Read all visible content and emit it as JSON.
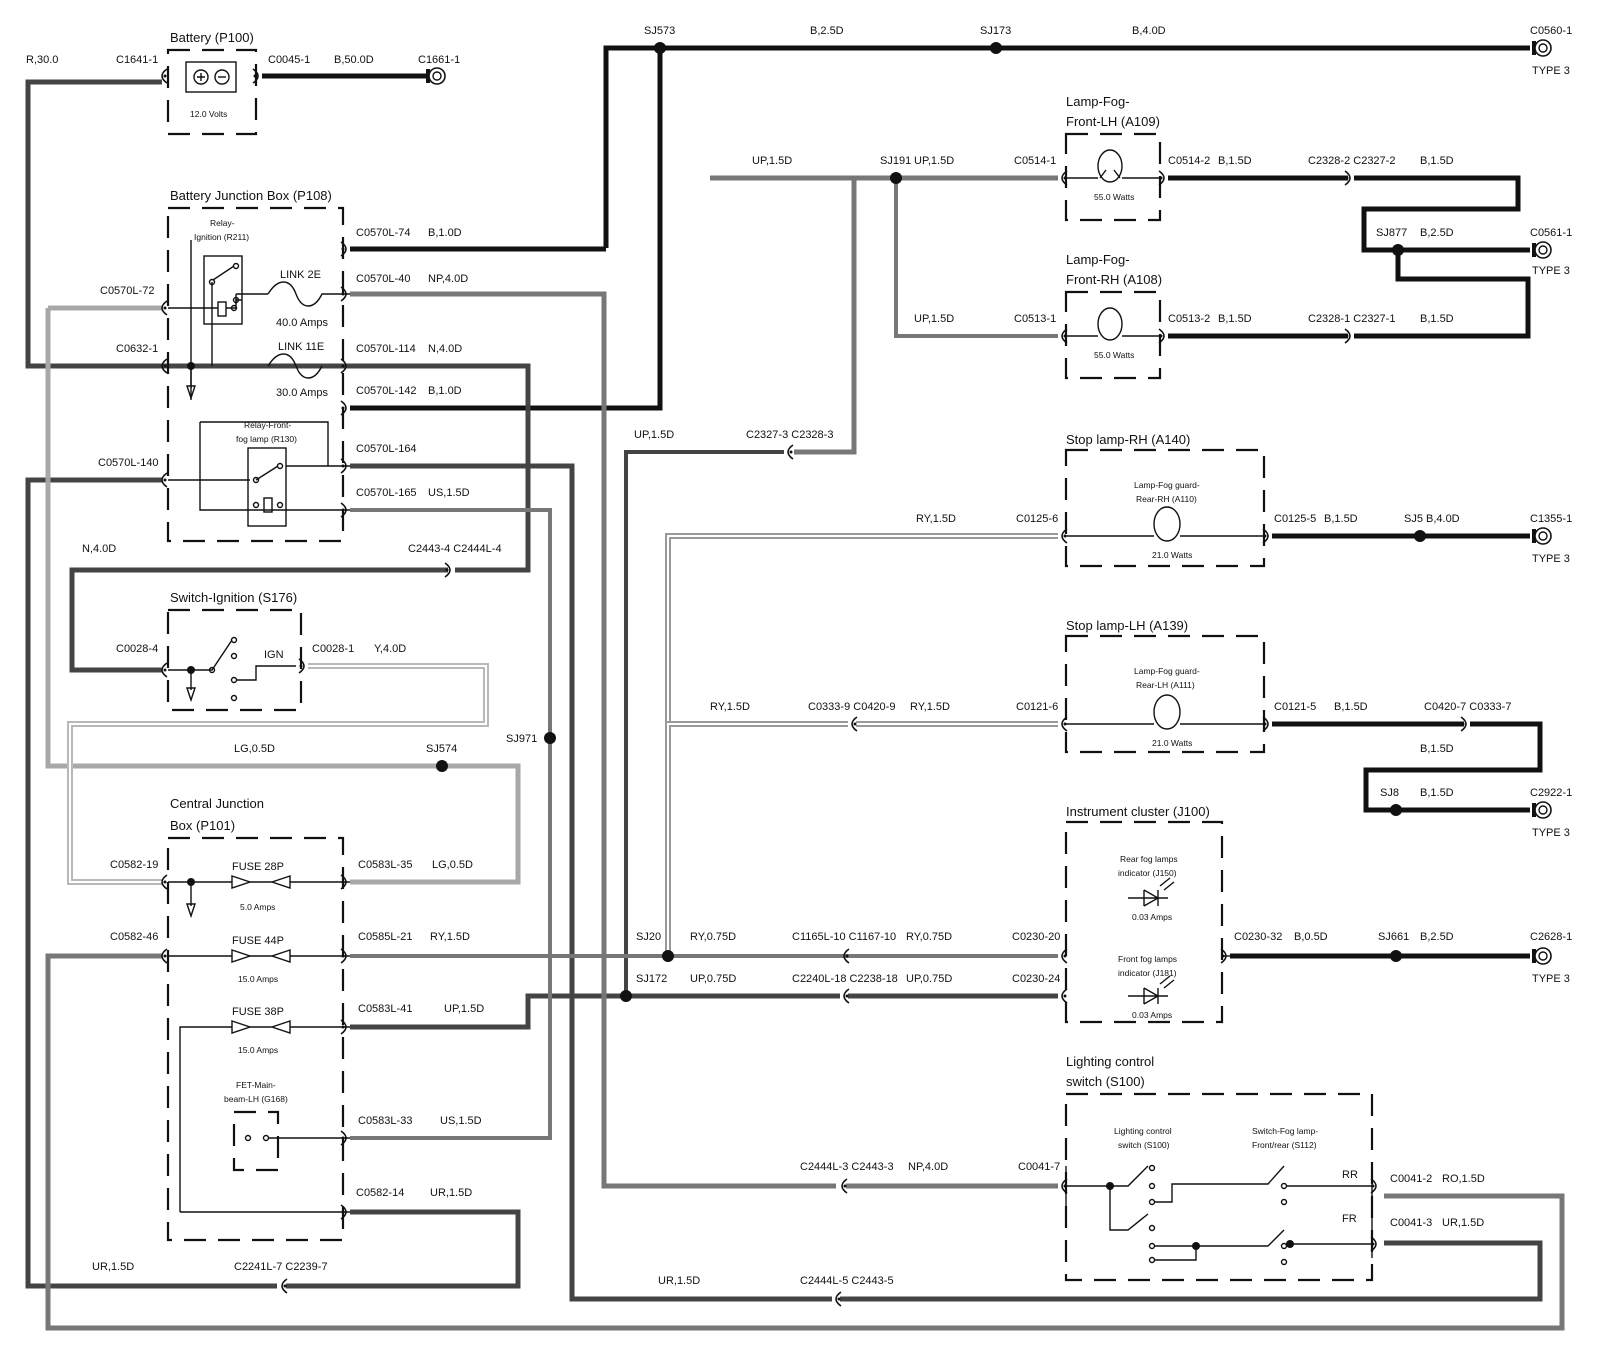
{
  "titles": {
    "battery": "Battery (P100)",
    "bjb": "Battery Junction Box (P108)",
    "ignition_switch": "Switch-Ignition (S176)",
    "cjb_line1": "Central Junction",
    "cjb_line2": "Box (P101)",
    "fog_lh_line1": "Lamp-Fog-",
    "fog_lh_line2": "Front-LH (A109)",
    "fog_rh_line1": "Lamp-Fog-",
    "fog_rh_line2": "Front-RH (A108)",
    "stop_rh": "Stop lamp-RH (A140)",
    "stop_lh": "Stop lamp-LH (A139)",
    "cluster": "Instrument cluster (J100)",
    "lcs_line1": "Lighting control",
    "lcs_line2": "switch (S100)"
  },
  "components": {
    "battery_volts": "12.0 Volts",
    "relay_ign_1": "Relay-",
    "relay_ign_2": "Ignition (R211)",
    "link2e": "LINK 2E",
    "link2e_amps": "40.0 Amps",
    "link11e": "LINK 11E",
    "link11e_amps": "30.0 Amps",
    "relay_fog_1": "Relay-Front-",
    "relay_fog_2": "fog lamp (R130)",
    "ign": "IGN",
    "fuse28": "FUSE 28P",
    "fuse28_amps": "5.0 Amps",
    "fuse44": "FUSE 44P",
    "fuse44_amps": "15.0 Amps",
    "fuse38": "FUSE 38P",
    "fuse38_amps": "15.0 Amps",
    "fet_1": "FET-Main-",
    "fet_2": "beam-LH (G168)",
    "fog_lh_watts": "55.0 Watts",
    "fog_rh_watts": "55.0 Watts",
    "rear_rh_1": "Lamp-Fog guard-",
    "rear_rh_2": "Rear-RH (A110)",
    "rear_rh_watts": "21.0 Watts",
    "rear_lh_1": "Lamp-Fog guard-",
    "rear_lh_2": "Rear-LH (A111)",
    "rear_lh_watts": "21.0 Watts",
    "rear_ind_1": "Rear fog lamps",
    "rear_ind_2": "indicator (J150)",
    "rear_ind_amps": "0.03 Amps",
    "front_ind_1": "Front fog lamps",
    "front_ind_2": "indicator (J181)",
    "front_ind_amps": "0.03 Amps",
    "lcs_sw_1": "Lighting control",
    "lcs_sw_2": "switch (S100)",
    "fogsw_1": "Switch-Fog lamp-",
    "fogsw_2": "Front/rear (S112)",
    "rr": "RR",
    "fr": "FR",
    "type3": "TYPE 3"
  },
  "labels": [
    {
      "id": "r300",
      "text": "R,30.0"
    },
    {
      "id": "c1641",
      "text": "C1641-1"
    },
    {
      "id": "c0045",
      "text": "C0045-1"
    },
    {
      "id": "b500",
      "text": "B,50.0D"
    },
    {
      "id": "c1661",
      "text": "C1661-1"
    },
    {
      "id": "sj573",
      "text": "SJ573"
    },
    {
      "id": "b25top",
      "text": "B,2.5D"
    },
    {
      "id": "sj173",
      "text": "SJ173"
    },
    {
      "id": "b40top",
      "text": "B,4.0D"
    },
    {
      "id": "c0560",
      "text": "C0560-1"
    },
    {
      "id": "up15a",
      "text": "UP,1.5D"
    },
    {
      "id": "sj191",
      "text": "SJ191"
    },
    {
      "id": "up15b",
      "text": "UP,1.5D"
    },
    {
      "id": "c0514_1",
      "text": "C0514-1"
    },
    {
      "id": "c0514_2",
      "text": "C0514-2"
    },
    {
      "id": "b15a",
      "text": "B,1.5D"
    },
    {
      "id": "c2328_2",
      "text": "C2328-2 C2327-2"
    },
    {
      "id": "b15b",
      "text": "B,1.5D"
    },
    {
      "id": "sj877",
      "text": "SJ877"
    },
    {
      "id": "b25b",
      "text": "B,2.5D"
    },
    {
      "id": "c0561",
      "text": "C0561-1"
    },
    {
      "id": "up15c",
      "text": "UP,1.5D"
    },
    {
      "id": "c0513_1",
      "text": "C0513-1"
    },
    {
      "id": "c0513_2",
      "text": "C0513-2"
    },
    {
      "id": "b15c",
      "text": "B,1.5D"
    },
    {
      "id": "c2328_1",
      "text": "C2328-1 C2327-1"
    },
    {
      "id": "b15d",
      "text": "B,1.5D"
    },
    {
      "id": "c0570_74",
      "text": "C0570L-74"
    },
    {
      "id": "b10a",
      "text": "B,1.0D"
    },
    {
      "id": "c0570_40",
      "text": "C0570L-40"
    },
    {
      "id": "np40a",
      "text": "NP,4.0D"
    },
    {
      "id": "c0570_72",
      "text": "C0570L-72"
    },
    {
      "id": "c0632",
      "text": "C0632-1"
    },
    {
      "id": "c0570_114",
      "text": "C0570L-114"
    },
    {
      "id": "n40a",
      "text": "N,4.0D"
    },
    {
      "id": "c0570_142",
      "text": "C0570L-142"
    },
    {
      "id": "b10b",
      "text": "B,1.0D"
    },
    {
      "id": "up15d",
      "text": "UP,1.5D"
    },
    {
      "id": "c2327_3",
      "text": "C2327-3 C2328-3"
    },
    {
      "id": "c0570_140",
      "text": "C0570L-140"
    },
    {
      "id": "c0570_164",
      "text": "C0570L-164"
    },
    {
      "id": "c0570_165",
      "text": "C0570L-165"
    },
    {
      "id": "us15a",
      "text": "US,1.5D"
    },
    {
      "id": "ry15a",
      "text": "RY,1.5D"
    },
    {
      "id": "c0125_6",
      "text": "C0125-6"
    },
    {
      "id": "c0125_5",
      "text": "C0125-5"
    },
    {
      "id": "b15e",
      "text": "B,1.5D"
    },
    {
      "id": "sj5",
      "text": "SJ5"
    },
    {
      "id": "b40b",
      "text": "B,4.0D"
    },
    {
      "id": "c1355",
      "text": "C1355-1"
    },
    {
      "id": "n40b",
      "text": "N,4.0D"
    },
    {
      "id": "c2443_4",
      "text": "C2443-4 C2444L-4"
    },
    {
      "id": "c0028_4",
      "text": "C0028-4"
    },
    {
      "id": "c0028_1",
      "text": "C0028-1"
    },
    {
      "id": "y40",
      "text": "Y,4.0D"
    },
    {
      "id": "ry15b",
      "text": "RY,1.5D"
    },
    {
      "id": "c0333_9",
      "text": "C0333-9 C0420-9"
    },
    {
      "id": "ry15c",
      "text": "RY,1.5D"
    },
    {
      "id": "c0121_6",
      "text": "C0121-6"
    },
    {
      "id": "c0121_5",
      "text": "C0121-5"
    },
    {
      "id": "b15f",
      "text": "B,1.5D"
    },
    {
      "id": "c0420_7",
      "text": "C0420-7 C0333-7"
    },
    {
      "id": "sj971",
      "text": "SJ971"
    },
    {
      "id": "lg05a",
      "text": "LG,0.5D"
    },
    {
      "id": "sj574",
      "text": "SJ574"
    },
    {
      "id": "b15g",
      "text": "B,1.5D"
    },
    {
      "id": "sj8",
      "text": "SJ8"
    },
    {
      "id": "b15h",
      "text": "B,1.5D"
    },
    {
      "id": "c2922",
      "text": "C2922-1"
    },
    {
      "id": "c0582_19",
      "text": "C0582-19"
    },
    {
      "id": "c0583_35",
      "text": "C0583L-35"
    },
    {
      "id": "lg05b",
      "text": "LG,0.5D"
    },
    {
      "id": "c0582_46",
      "text": "C0582-46"
    },
    {
      "id": "c0585_21",
      "text": "C0585L-21"
    },
    {
      "id": "ry15d",
      "text": "RY,1.5D"
    },
    {
      "id": "sj20",
      "text": "SJ20"
    },
    {
      "id": "ry075a",
      "text": "RY,0.75D"
    },
    {
      "id": "c1165",
      "text": "C1165L-10 C1167-10"
    },
    {
      "id": "ry075b",
      "text": "RY,0.75D"
    },
    {
      "id": "c0230_20",
      "text": "C0230-20"
    },
    {
      "id": "c0230_32",
      "text": "C0230-32"
    },
    {
      "id": "b05",
      "text": "B,0.5D"
    },
    {
      "id": "sj661",
      "text": "SJ661"
    },
    {
      "id": "b25c",
      "text": "B,2.5D"
    },
    {
      "id": "c2628",
      "text": "C2628-1"
    },
    {
      "id": "sj172",
      "text": "SJ172"
    },
    {
      "id": "up075a",
      "text": "UP,0.75D"
    },
    {
      "id": "c2240",
      "text": "C2240L-18 C2238-18"
    },
    {
      "id": "up075b",
      "text": "UP,0.75D"
    },
    {
      "id": "c0230_24",
      "text": "C0230-24"
    },
    {
      "id": "c0583_41",
      "text": "C0583L-41"
    },
    {
      "id": "up15e",
      "text": "UP,1.5D"
    },
    {
      "id": "c0583_33",
      "text": "C0583L-33"
    },
    {
      "id": "us15b",
      "text": "US,1.5D"
    },
    {
      "id": "c2444_3",
      "text": "C2444L-3 C2443-3"
    },
    {
      "id": "np40b",
      "text": "NP,4.0D"
    },
    {
      "id": "c0041_7",
      "text": "C0041-7"
    },
    {
      "id": "c0041_2",
      "text": "C0041-2"
    },
    {
      "id": "ro15",
      "text": "RO,1.5D"
    },
    {
      "id": "c0582_14",
      "text": "C0582-14"
    },
    {
      "id": "ur15a",
      "text": "UR,1.5D"
    },
    {
      "id": "c0041_3",
      "text": "C0041-3"
    },
    {
      "id": "ur15b",
      "text": "UR,1.5D"
    },
    {
      "id": "ur15c",
      "text": "UR,1.5D"
    },
    {
      "id": "c2241",
      "text": "C2241L-7 C2239-7"
    },
    {
      "id": "ur15d",
      "text": "UR,1.5D"
    },
    {
      "id": "c2444_5",
      "text": "C2444L-5 C2443-5"
    }
  ],
  "wire_colors": {
    "black": "#111111",
    "dark": "#444444",
    "mid": "#777777",
    "light": "#a8a8a8"
  }
}
